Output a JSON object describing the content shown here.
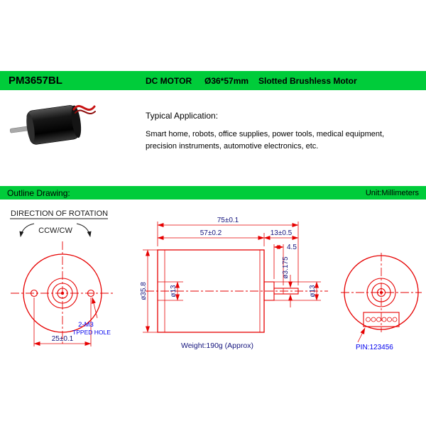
{
  "header": {
    "model": "PM3657BL",
    "type": "DC MOTOR",
    "size": "Ø36*57mm",
    "subtitle": "Slotted Brushless Motor"
  },
  "intro": {
    "typical_label": "Typical Application:",
    "applications": "Smart home, robots, office supplies, power tools, medical equipment, precision instruments, automotive electronics, etc."
  },
  "outline_bar": {
    "title": "Outline Drawing:",
    "unit": "Unit:Millimeters"
  },
  "drawing": {
    "direction_label": "DIRECTION OF ROTATION",
    "rotation_label": "CCW/CW",
    "front": {
      "hole_spacing": "25±0.1",
      "hole_callout_line1": "2-M3",
      "hole_callout_line2": "TPPED HOLE"
    },
    "side": {
      "overall_length": "75±0.1",
      "body_length": "57±0.2",
      "shaft_length": "13±0.5",
      "step_length": "4.5",
      "shaft_diameter": "ø3.175",
      "front_boss_diameter": "ø13",
      "rear_boss_diameter": "ø13",
      "body_diameter": "ø35.8",
      "weight": "Weight:190g (Approx)"
    },
    "rear": {
      "pin_label": "PIN:123456"
    }
  },
  "colors": {
    "header_green": "#00cc3a",
    "line_red": "#e60000",
    "dimension_navy": "#13137d",
    "callout_blue": "#0000ee"
  }
}
